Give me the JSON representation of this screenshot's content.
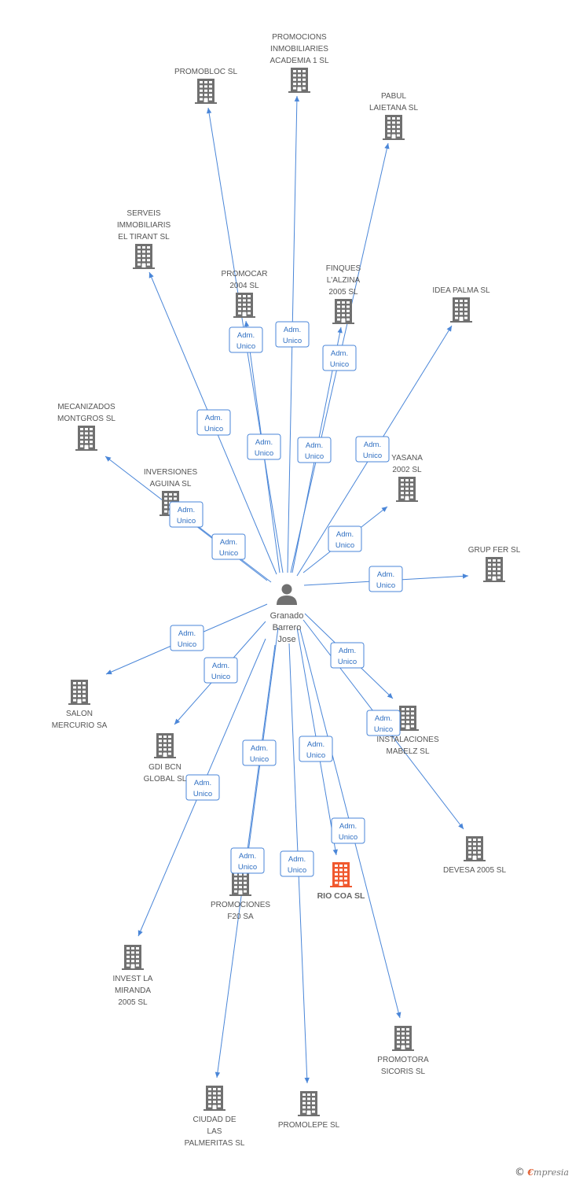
{
  "colors": {
    "edge": "#4a86d8",
    "building": "#707070",
    "focus": "#f0582e",
    "person": "#707070"
  },
  "center": {
    "lines": [
      "Granado",
      "Barrero",
      "Jose"
    ],
    "icon": "person-icon"
  },
  "nodes": [
    {
      "id": "promobloc",
      "lines": [
        "PROMOBLOC SL"
      ]
    },
    {
      "id": "academia",
      "lines": [
        "PROMOCIONS",
        "INMOBILIARIES",
        "ACADEMIA 1 SL"
      ]
    },
    {
      "id": "pabul",
      "lines": [
        "PABUL",
        "LAIETANA SL"
      ]
    },
    {
      "id": "serveis",
      "lines": [
        "SERVEIS",
        "IMMOBILIARIS",
        "EL TIRANT SL"
      ]
    },
    {
      "id": "promocar",
      "lines": [
        "PROMOCAR",
        "2004 SL"
      ]
    },
    {
      "id": "finques",
      "lines": [
        "FINQUES",
        "L'ALZINA",
        "2005 SL"
      ]
    },
    {
      "id": "ideapalma",
      "lines": [
        "IDEA PALMA SL"
      ]
    },
    {
      "id": "mecanizados",
      "lines": [
        "MECANIZADOS",
        "MONTGROS SL"
      ]
    },
    {
      "id": "inversiones",
      "lines": [
        "INVERSIONES",
        "AGUINA SL"
      ]
    },
    {
      "id": "yasana",
      "lines": [
        "YASANA",
        "2002 SL"
      ]
    },
    {
      "id": "grupfer",
      "lines": [
        "GRUP FER SL"
      ]
    },
    {
      "id": "salon",
      "lines": [
        "SALON",
        "MERCURIO SA"
      ]
    },
    {
      "id": "gdibcn",
      "lines": [
        "GDI BCN",
        "GLOBAL SL"
      ]
    },
    {
      "id": "mabelz",
      "lines": [
        "INSTALACIONES",
        "MABELZ SL"
      ]
    },
    {
      "id": "devesa",
      "lines": [
        "DEVESA 2005 SL"
      ]
    },
    {
      "id": "riocoa",
      "lines": [
        "RIO COA SL"
      ],
      "focus": true
    },
    {
      "id": "f20",
      "lines": [
        "PROMOCIONES",
        "F20 SA"
      ]
    },
    {
      "id": "invest",
      "lines": [
        "INVEST LA",
        "MIRANDA",
        "2005 SL"
      ]
    },
    {
      "id": "sicoris",
      "lines": [
        "PROMOTORA",
        "SICORIS SL"
      ]
    },
    {
      "id": "palmeritas",
      "lines": [
        "CIUDAD DE",
        "LAS",
        "PALMERITAS SL"
      ]
    },
    {
      "id": "promolepe",
      "lines": [
        "PROMOLEPE SL"
      ]
    }
  ],
  "edges": [
    {
      "to": "promobloc",
      "label": [
        "Adm.",
        "Unico"
      ]
    },
    {
      "to": "academia",
      "label": [
        "Adm.",
        "Unico"
      ]
    },
    {
      "to": "pabul",
      "label": [
        "Adm.",
        "Unico"
      ]
    },
    {
      "to": "serveis",
      "label": [
        "Adm.",
        "Unico"
      ]
    },
    {
      "to": "promocar",
      "label": [
        "Adm.",
        "Unico"
      ]
    },
    {
      "to": "finques",
      "label": [
        "Adm.",
        "Unico"
      ]
    },
    {
      "to": "ideapalma",
      "label": [
        "Adm.",
        "Unico"
      ]
    },
    {
      "to": "mecanizados",
      "label": [
        "Adm.",
        "Unico"
      ]
    },
    {
      "to": "inversiones",
      "label": [
        "Adm.",
        "Unico"
      ]
    },
    {
      "to": "yasana",
      "label": [
        "Adm.",
        "Unico"
      ]
    },
    {
      "to": "grupfer",
      "label": [
        "Adm.",
        "Unico"
      ]
    },
    {
      "to": "salon",
      "label": [
        "Adm.",
        "Unico"
      ]
    },
    {
      "to": "gdibcn",
      "label": [
        "Adm.",
        "Unico"
      ]
    },
    {
      "to": "mabelz",
      "label": [
        "Adm.",
        "Unico"
      ]
    },
    {
      "to": "devesa",
      "label": [
        "Adm.",
        "Unico"
      ]
    },
    {
      "to": "riocoa",
      "label": [
        "Adm.",
        "Unico"
      ]
    },
    {
      "to": "f20",
      "label": [
        "Adm.",
        "Unico"
      ]
    },
    {
      "to": "invest",
      "label": [
        "Adm.",
        "Unico"
      ]
    },
    {
      "to": "sicoris",
      "label": [
        "Adm.",
        "Unico"
      ]
    },
    {
      "to": "palmeritas",
      "label": [
        "Adm.",
        "Unico"
      ]
    },
    {
      "to": "promolepe",
      "label": [
        "Adm.",
        "Unico"
      ]
    }
  ],
  "footer": {
    "copyright": "©",
    "brand_first": "€",
    "brand_rest": "mpresia"
  }
}
